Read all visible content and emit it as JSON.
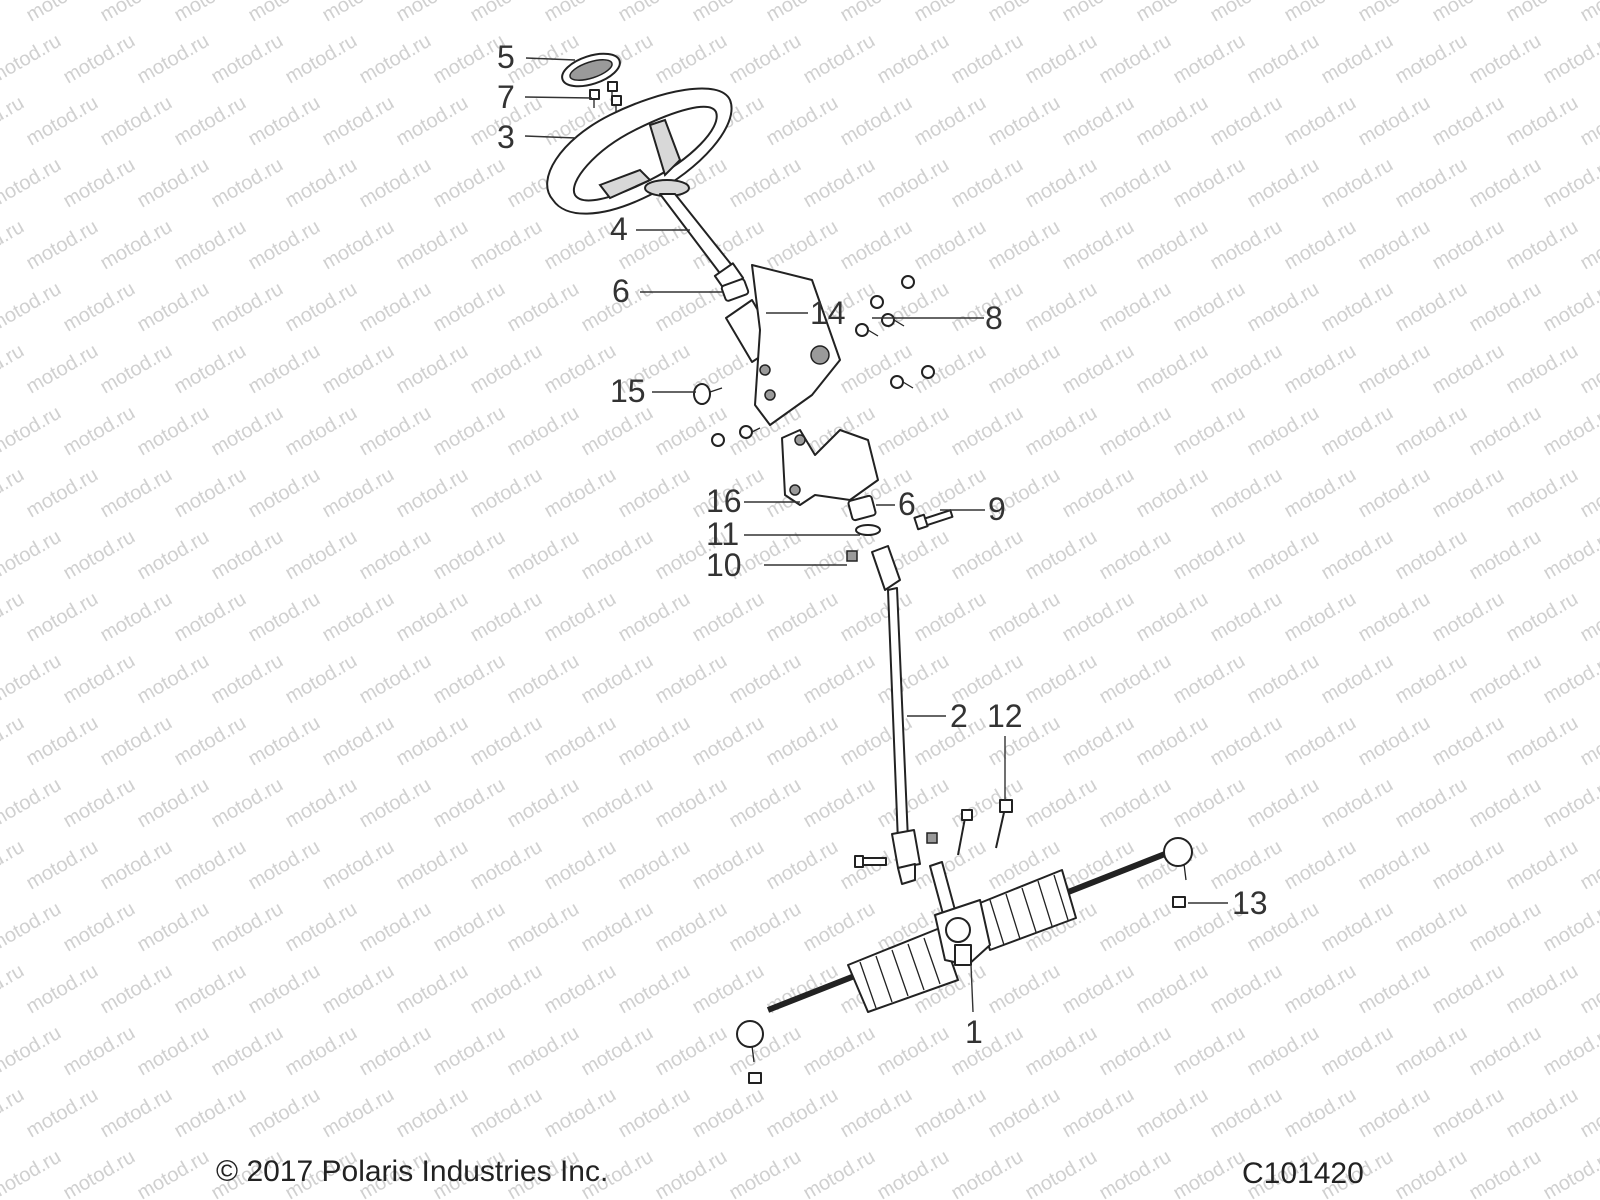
{
  "watermark": {
    "text": "motod.ru",
    "color": "#d0d0d0"
  },
  "callouts": {
    "c1": "1",
    "c2": "2",
    "c3": "3",
    "c4": "4",
    "c5": "5",
    "c6a": "6",
    "c6b": "6",
    "c7": "7",
    "c8": "8",
    "c9": "9",
    "c10": "10",
    "c11": "11",
    "c12": "12",
    "c13": "13",
    "c14": "14",
    "c15": "15",
    "c16": "16"
  },
  "footer": {
    "copyright": "© 2017 Polaris Industries Inc.",
    "diagram_id": "C101420"
  }
}
